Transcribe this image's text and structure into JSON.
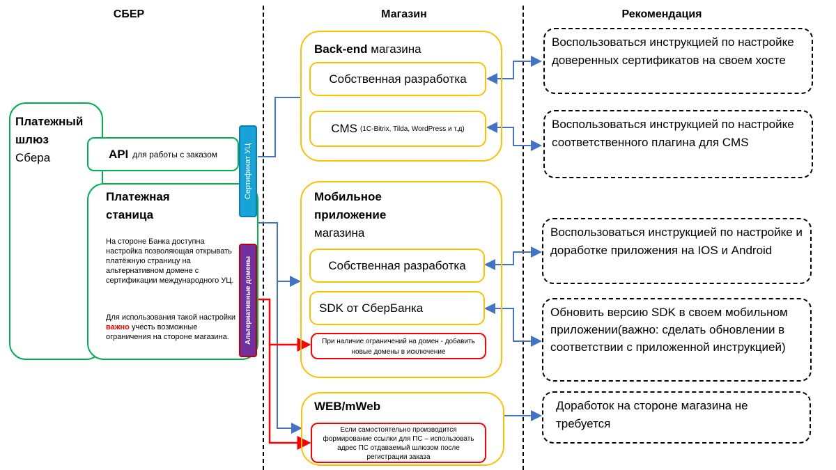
{
  "columns": {
    "sber": "СБЕР",
    "shop": "Магазин",
    "recommendation": "Рекомендация"
  },
  "sber": {
    "gateway_title_1": "Платежный",
    "gateway_title_2": "шлюз",
    "gateway_title_3": "Сбера",
    "api_label": "API",
    "api_desc": "для работы с заказом",
    "payment_page_title_1": "Платежная",
    "payment_page_title_2": "станица",
    "payment_page_desc_1": "На стороне Банка доступна настройка позволяющая открывать платёжную страницу на альтернативном домене с сертификации международного УЦ.",
    "payment_page_desc_2a": "Для использования такой настройки ",
    "payment_page_desc_2b": "важно",
    "payment_page_desc_2c": " учесть возможные ограничения на стороне магазина.",
    "cert_tab": "Сертификат УЦ",
    "alt_domains_tab": "Альтернативные домены"
  },
  "shop": {
    "backend_title_bold": "Back-end",
    "backend_title_rest": " магазина",
    "own_dev": "Собственная разработка",
    "cms_main": "CMS",
    "cms_sub": "(1C-Bitrix, Tilda, WordPress и т.д)",
    "mobile_title_1": "Мобильное",
    "mobile_title_2": "приложение",
    "mobile_title_3": "магазина",
    "mobile_own_dev": "Собственная разработка",
    "sdk": "SDK от СберБанка",
    "domain_note": "При наличие ограничений на домен - добавить новые домены в исключение",
    "web_title": "WEB/mWeb",
    "web_note": "Если самостоятельно производится формирование ссылки для ПС – использовать адрес ПС отдаваемый шлюзом после регистрации заказа"
  },
  "recommendations": [
    "Воспользоваться инструкцией по настройке доверенных сертификатов на своем хосте",
    "Воспользоваться инструкцией по настройке соответственного плагина для CMS",
    "Воспользоваться инструкцией по настройке и доработке приложения на IOS и Android",
    "Обновить версию SDK в своем мобильном приложении(важно: сделать обновлении в соответствии с приложенной инструкцией)",
    "Доработок на стороне магазина не требуется"
  ],
  "colors": {
    "green": "#00b050",
    "yellow": "#ffc000",
    "red": "#ff0000",
    "blue_arrow": "#4472c4",
    "cert_tab": "#17a2d8",
    "alt_tab": "#7030a0"
  }
}
